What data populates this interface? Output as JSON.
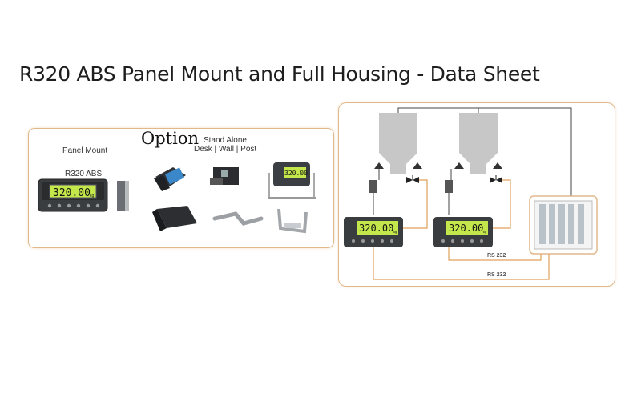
{
  "document": {
    "title": "R320 ABS Panel Mount and Full Housing - Data Sheet"
  },
  "options_panel": {
    "option_label": "Option",
    "stand_alone_label": "Stand Alone",
    "mount_types_label": "Desk | Wall | Post",
    "panel_mount_label": "Panel Mount",
    "model_label": "R320 ABS",
    "display_reading": "320.00",
    "display_unit": "kg"
  },
  "system_diagram": {
    "indicator_reading": "320.00",
    "indicator_unit": "kg",
    "link_label_1": "RS 232",
    "link_label_2": "RS 232",
    "colors": {
      "wire_orange": "#e0a15a",
      "wire_dark": "#444444",
      "silo": "#c7c7c7",
      "lcd": "#c4e84c"
    }
  }
}
